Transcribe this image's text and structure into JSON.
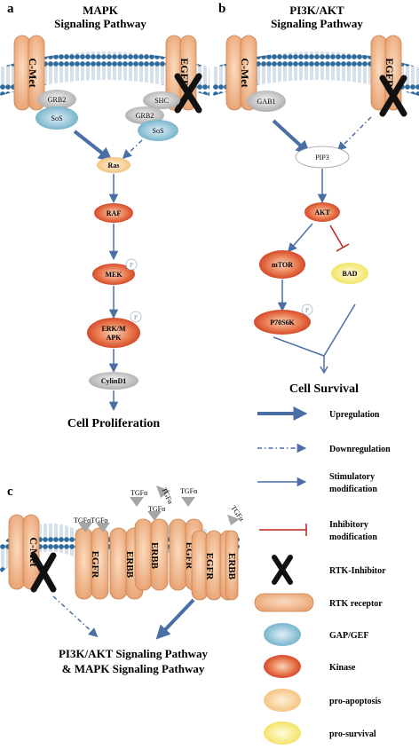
{
  "panel_a": {
    "letter": "a",
    "title_line1": "MAPK",
    "title_line2": "Signaling Pathway",
    "receptor_left": "C-Met",
    "receptor_right": "EGFR",
    "grb2_left": "GRB2",
    "sos_left": "SoS",
    "shc": "SHC",
    "grb2_right": "GRB2",
    "sos_right": "SoS",
    "ras": "Ras",
    "raf": "RAF",
    "mek": "MEK",
    "erk_line1": "ERK/M",
    "erk_line2": "APK",
    "cyclin": "CylinD1",
    "phospho": "P",
    "outcome": "Cell Proliferation"
  },
  "panel_b": {
    "letter": "b",
    "title_line1": "PI3K/AKT",
    "title_line2": "Signaling Pathway",
    "receptor_left": "C-Met",
    "receptor_right": "EGFR",
    "gab1": "GAB1",
    "pip3": "PIP3",
    "akt": "AKT",
    "mtor": "mTOR",
    "bad": "BAD",
    "p70s6k": "P70S6K",
    "phospho": "P",
    "outcome": "Cell Survival"
  },
  "panel_c": {
    "letter": "c",
    "receptors": [
      "C-Met",
      "EGFR",
      "ERBB",
      "ERBB",
      "EGFR",
      "EGFR",
      "ERBB"
    ],
    "ligand": "TGFα",
    "ligand_pair": "TGFαTGFα",
    "outcome_line1": "PI3K/AKT Signaling Pathway",
    "outcome_line2": "& MAPK Signaling Pathway"
  },
  "legend": [
    {
      "label": "Upregulation",
      "icon": "thick-arrow"
    },
    {
      "label": "Downregulation",
      "icon": "dash-dot-arrow"
    },
    {
      "label_line1": "Stimulatory",
      "label_line2": "modification",
      "icon": "thin-arrow"
    },
    {
      "label_line1": "Inhibitory",
      "label_line2": "modification",
      "icon": "red-t-bar"
    },
    {
      "label": "RTK-Inhibitor",
      "icon": "black-x"
    },
    {
      "label": "RTK receptor",
      "icon": "orange-capsule"
    },
    {
      "label": "GAP/GEF",
      "icon": "blue-ellipse"
    },
    {
      "label": "Kinase",
      "icon": "red-ellipse"
    },
    {
      "label": "pro-apoptosis",
      "icon": "light-orange-ellipse"
    },
    {
      "label": "pro-survival",
      "icon": "yellow-ellipse"
    }
  ],
  "colors": {
    "membrane": "#2f6a9c",
    "membrane_light": "#a9c8e2",
    "receptor": "#f3b98a",
    "receptor_edge": "#c98452",
    "arrow_blue": "#4a6fa5",
    "inhibit_red": "#c0201c",
    "inhibitor_black": "#111111"
  }
}
